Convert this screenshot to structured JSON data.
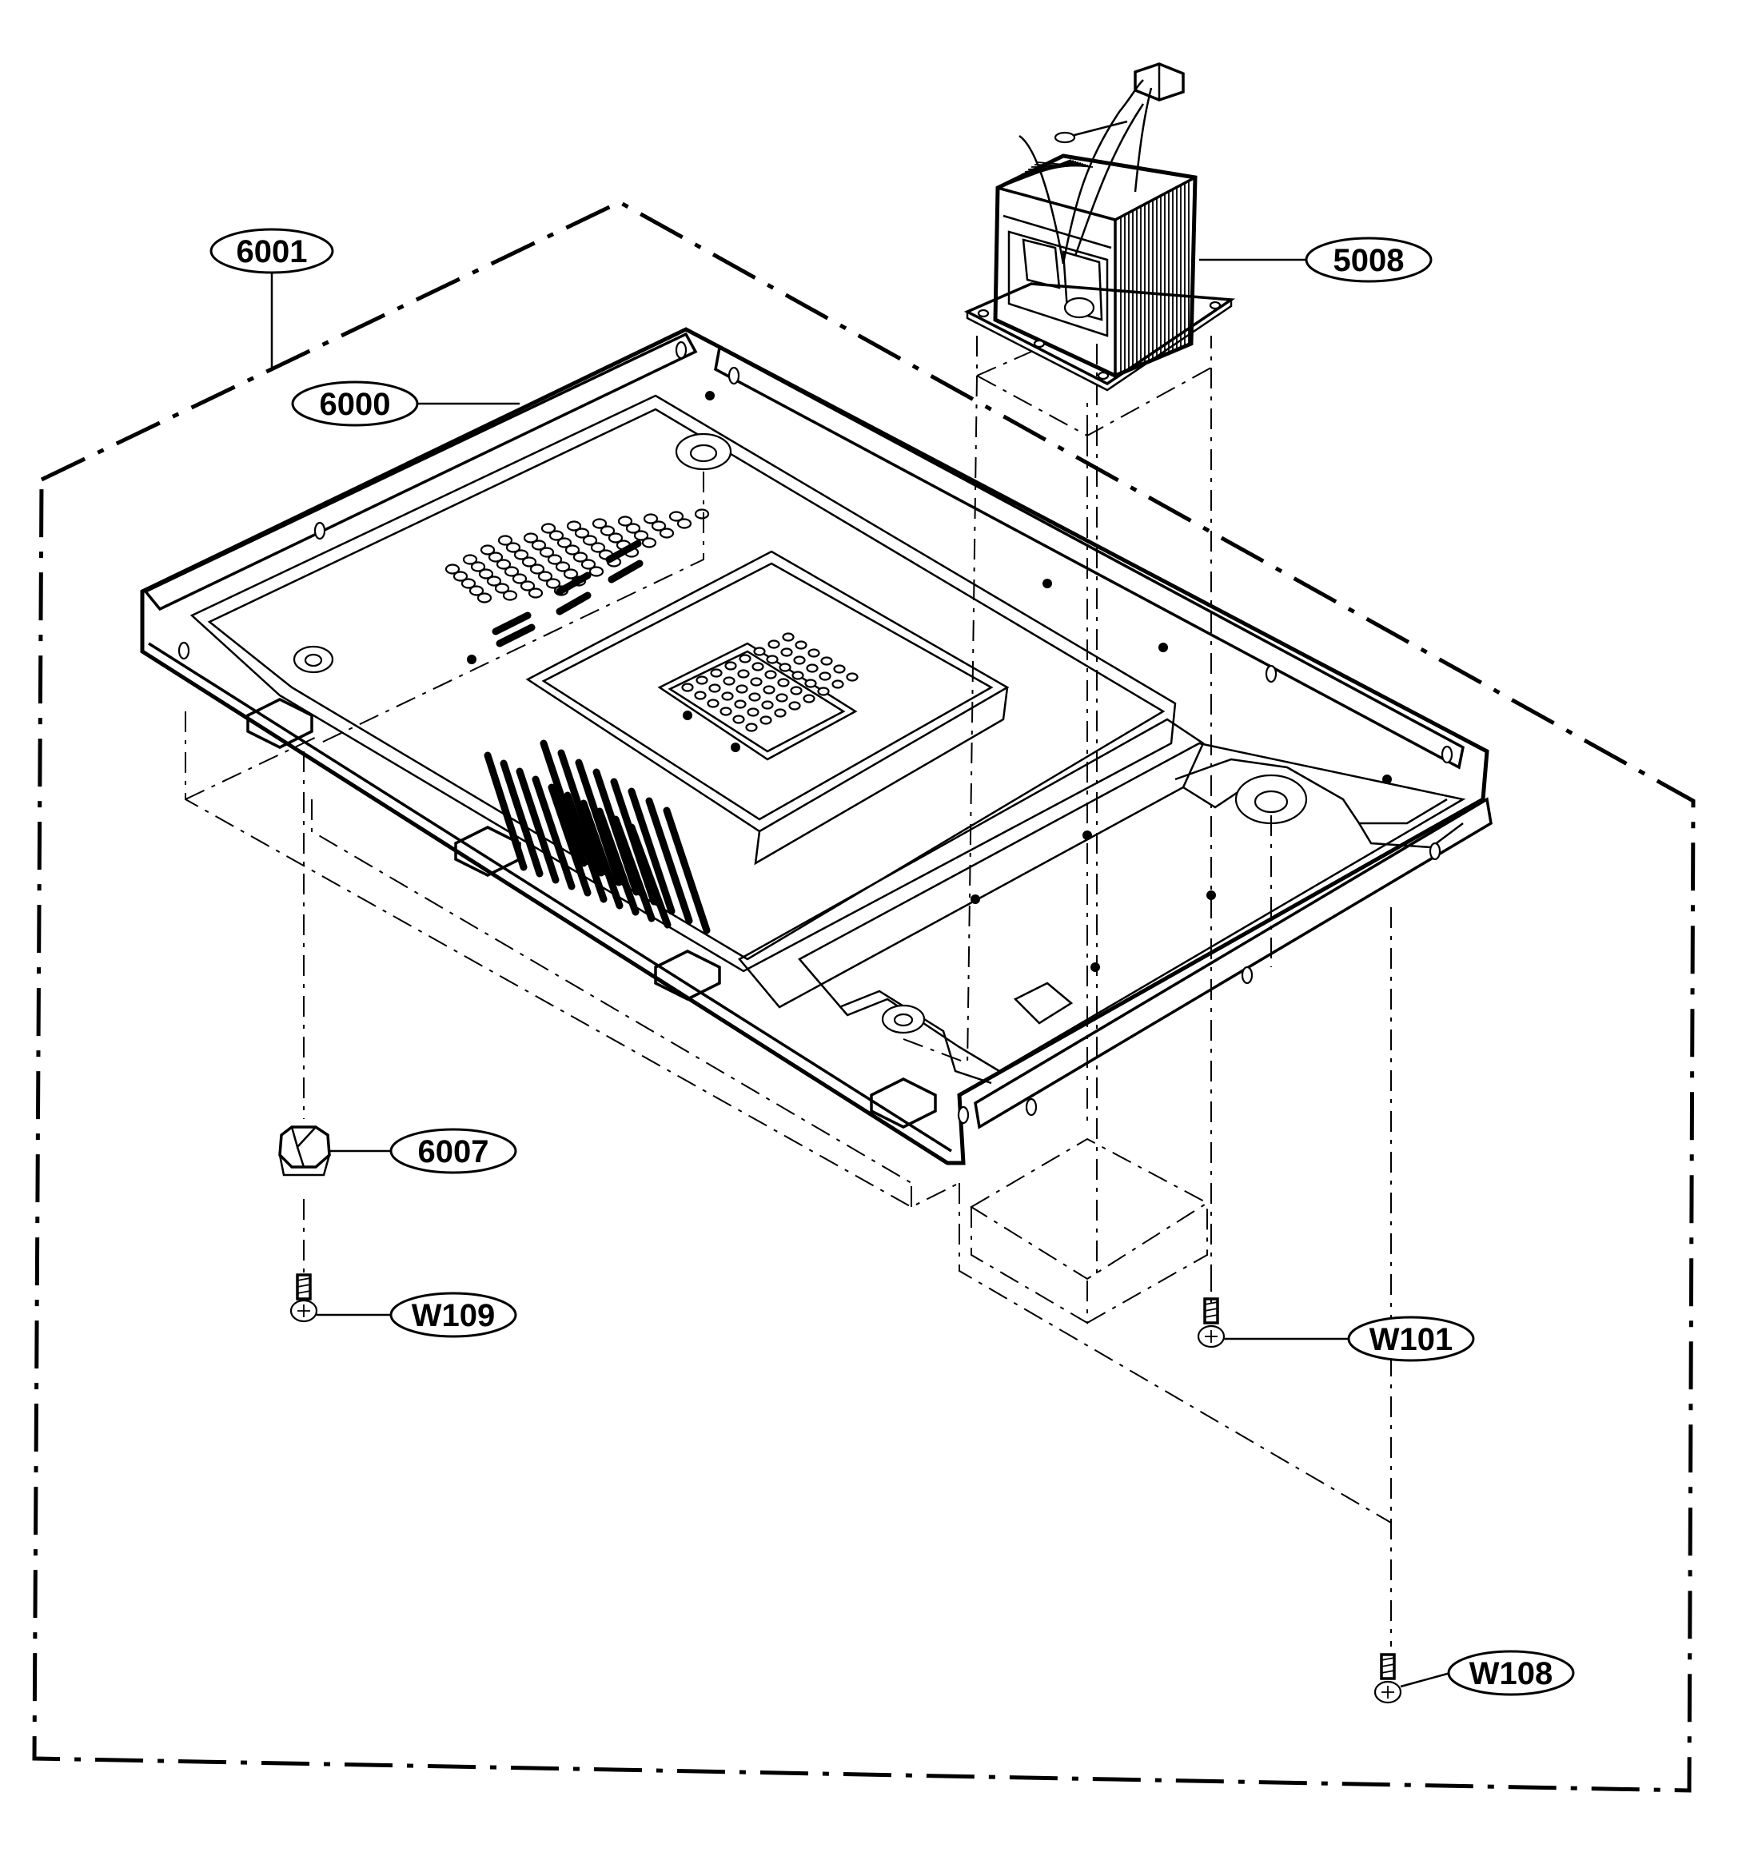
{
  "diagram": {
    "callouts": [
      {
        "id": "6001",
        "label": "6001"
      },
      {
        "id": "6000",
        "label": "6000"
      },
      {
        "id": "5008",
        "label": "5008"
      },
      {
        "id": "6007",
        "label": "6007"
      },
      {
        "id": "W109",
        "label": "W109"
      },
      {
        "id": "W101",
        "label": "W101"
      },
      {
        "id": "W108",
        "label": "W108"
      }
    ]
  }
}
